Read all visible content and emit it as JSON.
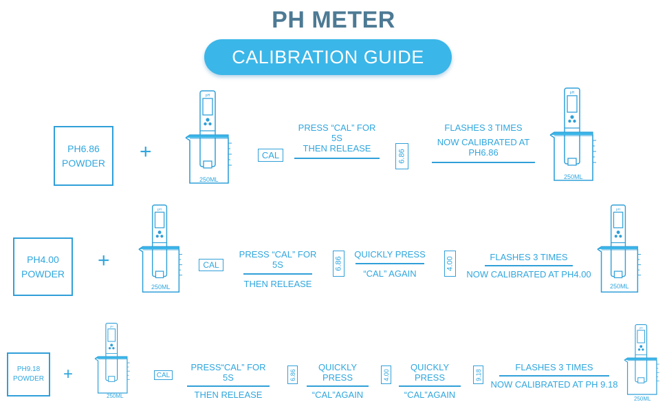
{
  "header": {
    "title": "PH METER",
    "subtitle": "CALIBRATION GUIDE"
  },
  "colors": {
    "accent": "#29a8e0",
    "title": "#4d7a94",
    "pill": "#3bb6e8"
  },
  "icons": [
    "beaker-icon",
    "ph-meter-icon"
  ],
  "common": {
    "plus": "+",
    "cal": "CAL",
    "beaker_volume": "250ML",
    "meter_label": "pH"
  },
  "rows": [
    {
      "powder_line1": "PH6.86",
      "powder_line2": "POWDER",
      "step1_line1": "PRESS “CAL” FOR 5S",
      "step1_line2": "THEN RELEASE",
      "display1": "6.86",
      "final_line1": "FLASHES 3 TIMES",
      "final_line2": "NOW CALIBRATED AT PH6.86"
    },
    {
      "powder_line1": "PH4.00",
      "powder_line2": "POWDER",
      "step1_line1": "PRESS “CAL” FOR 5S",
      "step1_line2": "THEN RELEASE",
      "display1": "6.86",
      "step2_line1": "QUICKLY PRESS",
      "step2_line2": "“CAL” AGAIN",
      "display2": "4.00",
      "final_line1": "FLASHES 3 TIMES",
      "final_line2": "NOW CALIBRATED AT PH4.00"
    },
    {
      "powder_line1": "PH9.18",
      "powder_line2": "POWDER",
      "step1_line1": "PRESS“CAL” FOR 5S",
      "step1_line2": "THEN RELEASE",
      "display1": "6.86",
      "step2_line1": "QUICKLY PRESS",
      "step2_line2": "“CAL”AGAIN",
      "display2": "4.00",
      "step3_line1": "QUICKLY PRESS",
      "step3_line2": "“CAL”AGAIN",
      "display3": "9.18",
      "final_line1": "FLASHES 3 TIMES",
      "final_line2": "NOW CALIBRATED AT PH 9.18"
    }
  ]
}
